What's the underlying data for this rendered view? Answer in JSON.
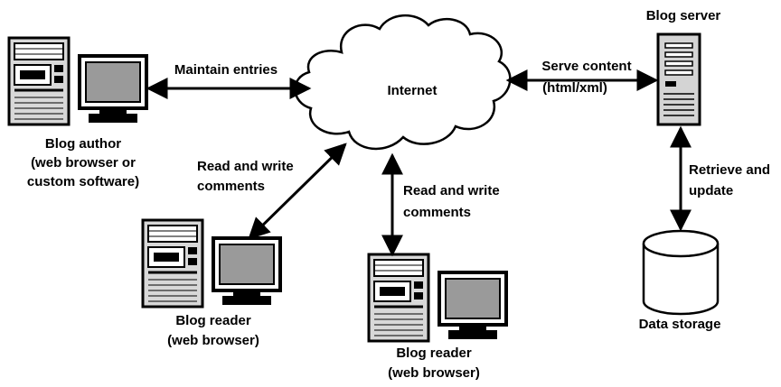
{
  "nodes": {
    "internet": {
      "label": "Internet"
    },
    "blog_server": {
      "label": "Blog server"
    },
    "data_storage": {
      "label": "Data storage"
    },
    "blog_author": {
      "lines": [
        "Blog author",
        "(web browser or",
        "custom software)"
      ]
    },
    "blog_reader_left": {
      "lines": [
        "Blog reader",
        "(web browser)"
      ]
    },
    "blog_reader_center": {
      "lines": [
        "Blog reader",
        "(web browser)"
      ]
    }
  },
  "edges": {
    "maintain": {
      "label": "Maintain entries"
    },
    "serve": {
      "lines": [
        "Serve content",
        "(html/xml)"
      ]
    },
    "retrieve": {
      "lines": [
        "Retrieve and",
        "update"
      ]
    },
    "read_write_left": {
      "lines": [
        "Read and write",
        "comments"
      ]
    },
    "read_write_center": {
      "lines": [
        "Read and write",
        "comments"
      ]
    }
  }
}
